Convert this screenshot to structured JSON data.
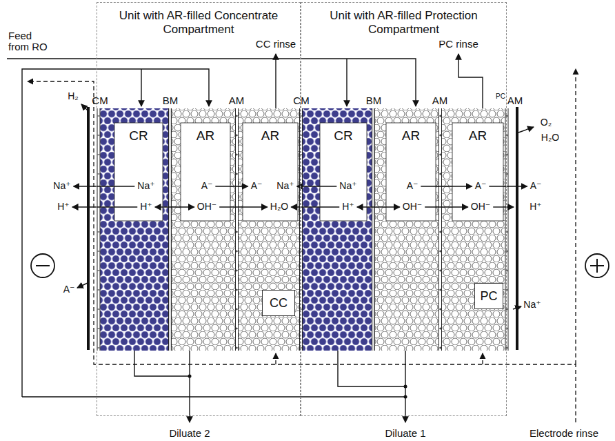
{
  "diagram": {
    "nodes": [
      {
        "text": [
          "Unit with AR-filled Concentrate Compartment"
        ]
      },
      {
        "text": [
          "Unit with AR-filled Protection Compartment"
        ]
      },
      {
        "text": [
          "CR"
        ],
        "in": 0
      },
      {
        "text": [
          "AR"
        ],
        "in": 0
      },
      {
        "text": [
          "AR",
          "CC"
        ],
        "in": 0
      },
      {
        "text": [
          "CR"
        ],
        "in": 1
      },
      {
        "text": [
          "AR"
        ],
        "in": 1
      },
      {
        "text": [
          "AR",
          "PC"
        ],
        "in": 1
      }
    ],
    "labels": [
      "Feed from RO",
      "CC rinse",
      "PC rinse",
      "CM",
      "BM",
      "AM",
      "CM",
      "BM",
      "AM",
      "PC",
      "AM",
      "H₂",
      "Na⁺",
      "Na⁺",
      "A⁻",
      "A⁻",
      "Na⁺",
      "Na⁺",
      "A⁻",
      "A⁻",
      "A⁻",
      "H⁺",
      "H⁺",
      "OH⁻",
      "H₂O",
      "H⁺",
      "OH⁻",
      "OH⁻",
      "H⁺",
      "O₂",
      "H₂O",
      "A⁻",
      "Na⁺",
      "Diluate 2",
      "Diluate 1",
      "Electrode rinse"
    ]
  }
}
